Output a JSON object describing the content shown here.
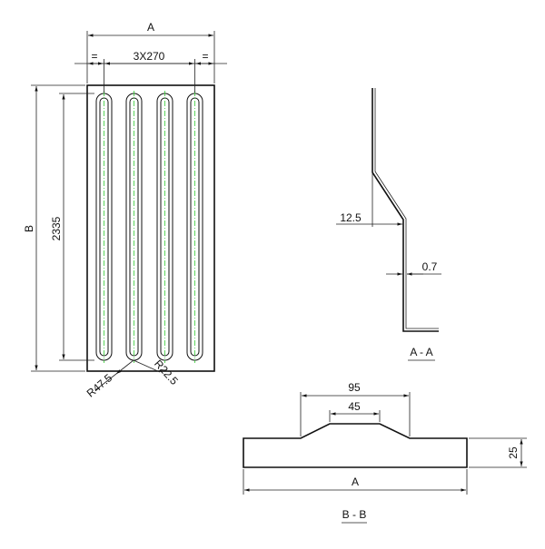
{
  "colors": {
    "line": "#111111",
    "center_line": "#33cc33",
    "background": "#ffffff"
  },
  "plan_view": {
    "overall_width_label": "A",
    "overall_height_label": "B",
    "end_spacing_left_label": "=",
    "end_spacing_right_label": "=",
    "slot_spacing_label": "3X270",
    "slot_length_label": "2335",
    "outer_radius_label": "R47.5",
    "inner_radius_label": "R22.5"
  },
  "section_aa": {
    "offset_label": "12.5",
    "thickness_label": "0.7",
    "title": "A - A"
  },
  "section_bb": {
    "top_width_label": "95",
    "inner_width_label": "45",
    "height_label": "25",
    "overall_width_label": "A",
    "title": "B - B"
  }
}
